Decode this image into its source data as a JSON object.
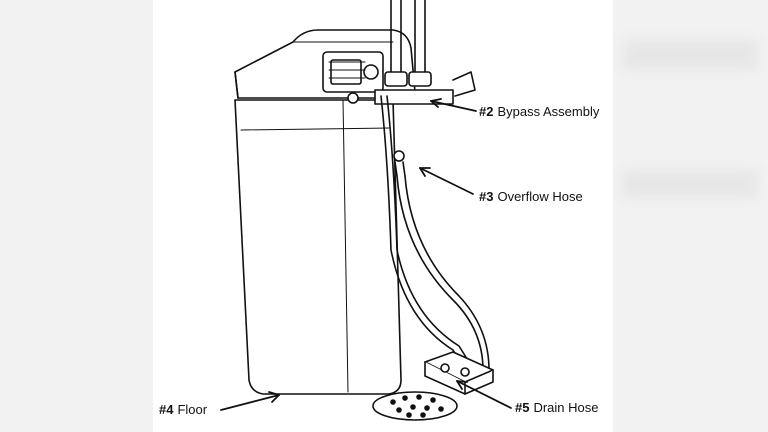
{
  "callouts": [
    {
      "num": "#2",
      "text": "Bypass Assembly"
    },
    {
      "num": "#3",
      "text": "Overflow Hose"
    },
    {
      "num": "#4",
      "text": "Floor"
    },
    {
      "num": "#5",
      "text": "Drain Hose"
    }
  ],
  "colors": {
    "line": "#111111",
    "fill": "#ffffff",
    "background_side": "#f2f2f2"
  }
}
